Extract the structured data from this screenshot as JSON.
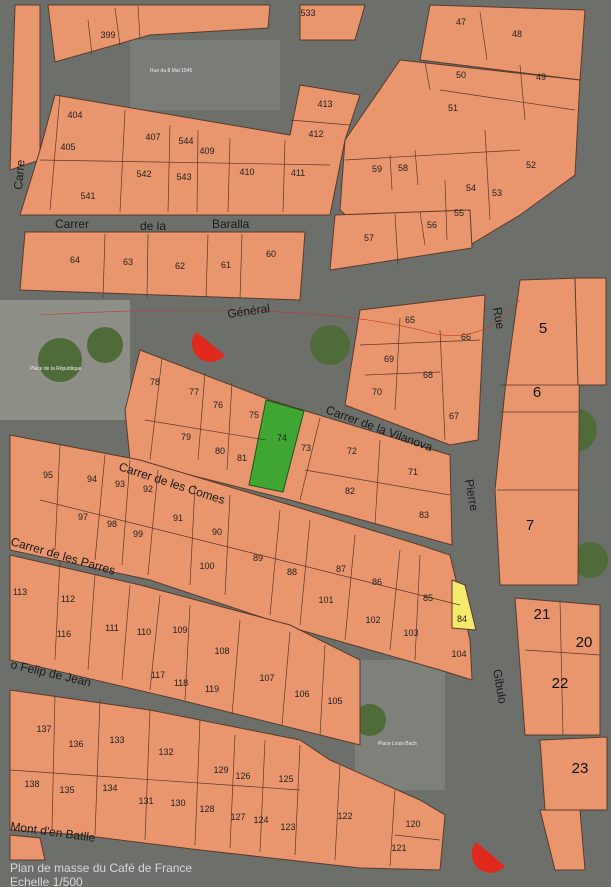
{
  "map": {
    "parcels": [
      {
        "id": "399"
      },
      {
        "id": "533"
      },
      {
        "id": "47"
      },
      {
        "id": "48"
      },
      {
        "id": "49"
      },
      {
        "id": "50"
      },
      {
        "id": "51"
      },
      {
        "id": "52"
      },
      {
        "id": "53"
      },
      {
        "id": "54"
      },
      {
        "id": "55"
      },
      {
        "id": "56"
      },
      {
        "id": "57"
      },
      {
        "id": "58"
      },
      {
        "id": "59"
      },
      {
        "id": "404"
      },
      {
        "id": "405"
      },
      {
        "id": "407"
      },
      {
        "id": "544"
      },
      {
        "id": "409"
      },
      {
        "id": "410"
      },
      {
        "id": "411"
      },
      {
        "id": "412"
      },
      {
        "id": "413"
      },
      {
        "id": "541"
      },
      {
        "id": "542"
      },
      {
        "id": "543"
      },
      {
        "id": "64"
      },
      {
        "id": "63"
      },
      {
        "id": "62"
      },
      {
        "id": "61"
      },
      {
        "id": "60"
      },
      {
        "id": "65"
      },
      {
        "id": "66"
      },
      {
        "id": "69"
      },
      {
        "id": "68"
      },
      {
        "id": "70"
      },
      {
        "id": "67"
      },
      {
        "id": "5"
      },
      {
        "id": "6"
      },
      {
        "id": "7"
      },
      {
        "id": "78"
      },
      {
        "id": "77"
      },
      {
        "id": "76"
      },
      {
        "id": "75"
      },
      {
        "id": "74",
        "highlight": "green"
      },
      {
        "id": "73"
      },
      {
        "id": "72"
      },
      {
        "id": "71"
      },
      {
        "id": "79"
      },
      {
        "id": "80"
      },
      {
        "id": "81"
      },
      {
        "id": "82"
      },
      {
        "id": "83"
      },
      {
        "id": "95"
      },
      {
        "id": "94"
      },
      {
        "id": "93"
      },
      {
        "id": "92"
      },
      {
        "id": "97"
      },
      {
        "id": "98"
      },
      {
        "id": "99"
      },
      {
        "id": "91"
      },
      {
        "id": "90"
      },
      {
        "id": "100"
      },
      {
        "id": "89"
      },
      {
        "id": "88"
      },
      {
        "id": "87"
      },
      {
        "id": "86"
      },
      {
        "id": "85"
      },
      {
        "id": "101"
      },
      {
        "id": "102"
      },
      {
        "id": "103"
      },
      {
        "id": "84",
        "highlight": "yellow"
      },
      {
        "id": "104"
      },
      {
        "id": "113"
      },
      {
        "id": "112"
      },
      {
        "id": "116"
      },
      {
        "id": "111"
      },
      {
        "id": "110"
      },
      {
        "id": "109"
      },
      {
        "id": "108"
      },
      {
        "id": "117"
      },
      {
        "id": "118"
      },
      {
        "id": "119"
      },
      {
        "id": "107"
      },
      {
        "id": "106"
      },
      {
        "id": "105"
      },
      {
        "id": "21"
      },
      {
        "id": "20"
      },
      {
        "id": "22"
      },
      {
        "id": "23"
      },
      {
        "id": "137"
      },
      {
        "id": "136"
      },
      {
        "id": "133"
      },
      {
        "id": "132"
      },
      {
        "id": "129"
      },
      {
        "id": "126"
      },
      {
        "id": "125"
      },
      {
        "id": "138"
      },
      {
        "id": "135"
      },
      {
        "id": "134"
      },
      {
        "id": "131"
      },
      {
        "id": "130"
      },
      {
        "id": "128"
      },
      {
        "id": "127"
      },
      {
        "id": "124"
      },
      {
        "id": "123"
      },
      {
        "id": "122"
      },
      {
        "id": "120"
      },
      {
        "id": "121"
      }
    ],
    "streets": {
      "baralla": [
        "Carrer",
        "de la",
        "Baralla"
      ],
      "general": "Général",
      "vilanova": "Carrer de la Vilanova",
      "comes": "Carrer de les Comes",
      "parres": "Carrer de les Parres",
      "pere": "Rue",
      "pierre": "Pierre",
      "gibulo": "Gibulo",
      "felip": "o Felip de Jean",
      "batlle": "Mont d'en Batlle",
      "left_edge": "Carre"
    },
    "small_labels": {
      "place_repub": "Place de la République",
      "place_louis": "Place Louis Bach",
      "mai": "Rue du 8 Mai 1945"
    },
    "colors": {
      "parcel": "#e9956d",
      "highlight_green": "#3fa633",
      "highlight_yellow": "#f6ea6c",
      "compass": "#e0291d"
    }
  },
  "footer": {
    "title": "Plan de masse du Café de France",
    "scale": "Echelle 1/500"
  }
}
